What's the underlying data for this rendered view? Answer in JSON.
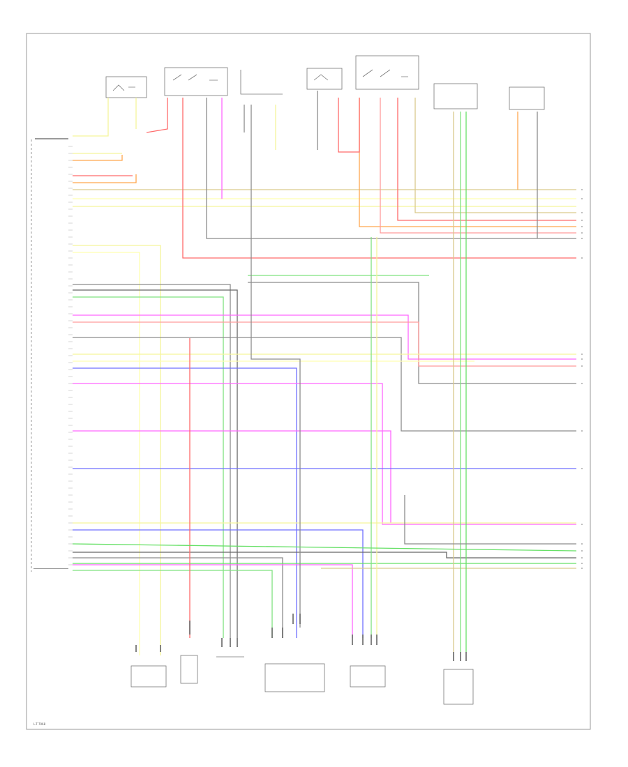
{
  "diagram": {
    "footer_code": "L-T 7068",
    "frame_color": "#999999"
  },
  "wire_colors": {
    "red": "#ff6b6b",
    "pink_red": "#ff9a9a",
    "orange": "#ffa64d",
    "yellow": "#f5f59a",
    "light_yellow": "#ffffb0",
    "green": "#7fe27f",
    "bright_green": "#66e066",
    "blue": "#6f6fff",
    "magenta": "#ff66ff",
    "gray": "#8c8c8c",
    "dark_gray": "#666666",
    "tan": "#d9c98c"
  },
  "components": [
    {
      "id": "oil-level-sensor",
      "icon": "sensor-symbol"
    },
    {
      "id": "ignition-switch",
      "icon": "switch-symbol"
    },
    {
      "id": "starter-relay",
      "icon": "relay-symbol"
    },
    {
      "id": "brake-switch",
      "icon": "switch-symbol"
    },
    {
      "id": "clutch-switch",
      "icon": "switch-symbol"
    },
    {
      "id": "pressure-sensor",
      "icon": "sensor-symbol"
    },
    {
      "id": "fuel-pump-relay",
      "icon": "relay-symbol"
    },
    {
      "id": "knock-sensor",
      "icon": "sensor-symbol"
    },
    {
      "id": "temp-sensor",
      "icon": "sensor-symbol"
    },
    {
      "id": "crankshaft-sensor",
      "icon": "sensor-symbol"
    },
    {
      "id": "throttle-module",
      "icon": "motor-symbol"
    },
    {
      "id": "egr-valve",
      "icon": "valve-symbol"
    },
    {
      "id": "fuel-tank-sensor",
      "icon": "sensor-symbol"
    }
  ]
}
